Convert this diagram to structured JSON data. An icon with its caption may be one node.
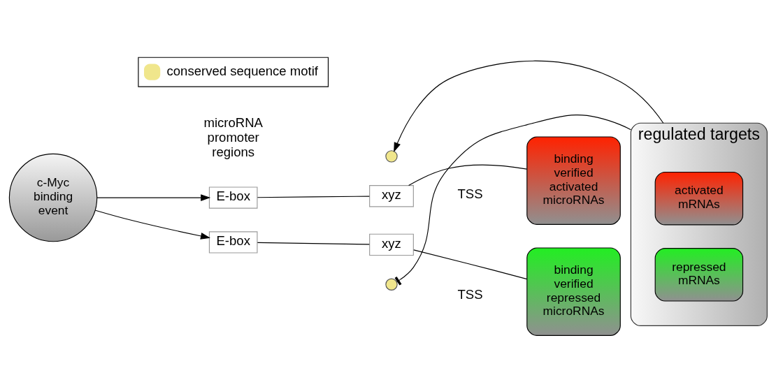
{
  "diagram": {
    "nodes": [
      {
        "text": [
          "E-box"
        ]
      },
      {
        "text": [
          "xyz"
        ]
      },
      {
        "text": [],
        "shape": "circle"
      },
      {
        "text": [
          "binding verified activated microRNAs"
        ]
      },
      {
        "text": [
          "c-Myc binding event"
        ]
      },
      {
        "text": [
          "regulated targets"
        ]
      },
      {
        "text": [
          "activated mRNAs"
        ],
        "in": 5
      },
      {
        "text": [
          "repressed mRNAs"
        ],
        "in": 5
      },
      {
        "text": [
          "E-box"
        ]
      },
      {
        "text": [
          "xyz"
        ]
      },
      {
        "text": [],
        "shape": "circle"
      },
      {
        "text": [
          "binding verified repressed microRNAs"
        ]
      }
    ],
    "edges": [
      {
        "from": 4,
        "to": 0,
        "arrow": "to"
      },
      {
        "from": 4,
        "to": 8,
        "arrow": "to"
      },
      {
        "from": 0,
        "to": 1,
        "arrow": "none"
      },
      {
        "from": 1,
        "to": 3,
        "arrow": "none"
      },
      {
        "from": 8,
        "to": 9,
        "arrow": "none"
      },
      {
        "from": 9,
        "to": 11,
        "arrow": "none"
      },
      {
        "from": 5,
        "to": 2,
        "arrow": "to"
      },
      {
        "from": 5,
        "to": 10,
        "arrow": "other"
      }
    ],
    "labels": [
      "microRNA promoter regions",
      "TSS",
      "TSS"
    ],
    "legend": [
      {
        "text": "conserved sequence motif"
      }
    ]
  }
}
